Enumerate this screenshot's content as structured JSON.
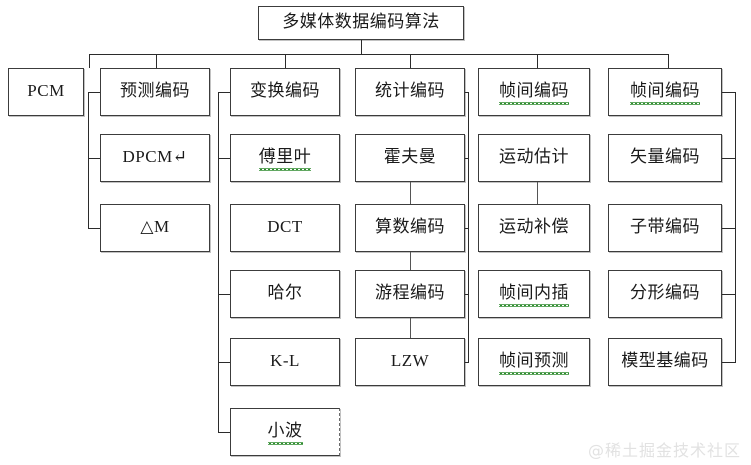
{
  "diagram": {
    "title_node": {
      "label": "多媒体数据编码算法"
    },
    "watermark": {
      "text": "@稀土掘金技术社区"
    },
    "columns": [
      {
        "name": "pcm",
        "header": {
          "label": "PCM"
        },
        "children": []
      },
      {
        "name": "predictive-coding",
        "header": {
          "label": "预测编码"
        },
        "children": [
          {
            "label": "DPCM↵"
          },
          {
            "label": "△M"
          }
        ]
      },
      {
        "name": "transform-coding",
        "header": {
          "label": "变换编码"
        },
        "children": [
          {
            "label": "傅里叶"
          },
          {
            "label": "DCT"
          },
          {
            "label": "哈尔"
          },
          {
            "label": "K-L"
          },
          {
            "label": "小波"
          }
        ]
      },
      {
        "name": "statistical-coding",
        "header": {
          "label": "统计编码"
        },
        "children": [
          {
            "label": "霍夫曼"
          },
          {
            "label": "算数编码"
          },
          {
            "label": "游程编码"
          },
          {
            "label": "LZW"
          }
        ]
      },
      {
        "name": "interframe-coding-a",
        "header": {
          "label": "帧间编码"
        },
        "children": [
          {
            "label": "运动估计"
          },
          {
            "label": "运动补偿"
          },
          {
            "label": "帧间内插"
          },
          {
            "label": "帧间预测"
          }
        ]
      },
      {
        "name": "interframe-coding-b",
        "header": {
          "label": "帧间编码"
        },
        "children": [
          {
            "label": "矢量编码"
          },
          {
            "label": "子带编码"
          },
          {
            "label": "分形编码"
          },
          {
            "label": "模型基编码"
          }
        ]
      }
    ]
  }
}
